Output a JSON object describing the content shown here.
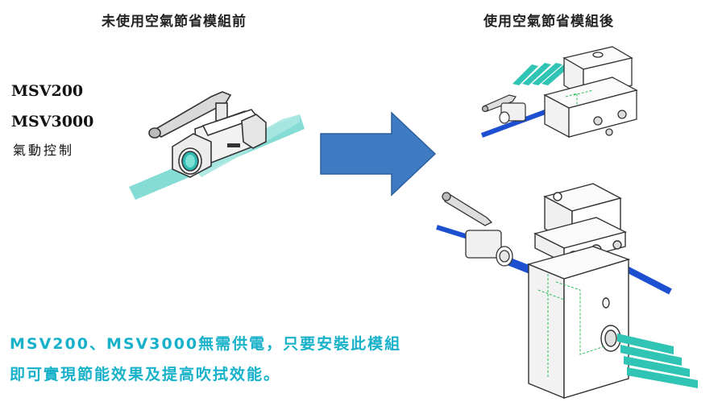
{
  "captions": {
    "before": "未使用空氣節省模組前",
    "after": "使用空氣節省模組後"
  },
  "models": {
    "line1": "MSV200",
    "line2": "MSV3000",
    "control": "氣動控制"
  },
  "footer": {
    "line1": "MSV200、MSV3000無需供電，只要安裝此模組",
    "line2": "即可實現節能效果及提高吹拭效能。"
  },
  "colors": {
    "accent_text": "#17b1c9",
    "arrow_fill": "#3f7bc2",
    "airflow_teal": "#2fc4b4",
    "pipe_blue": "#1d4fd1"
  },
  "icons": {
    "arrow": "right-arrow-icon",
    "valve": "ball-valve-icon",
    "module": "air-saving-module-icon"
  }
}
